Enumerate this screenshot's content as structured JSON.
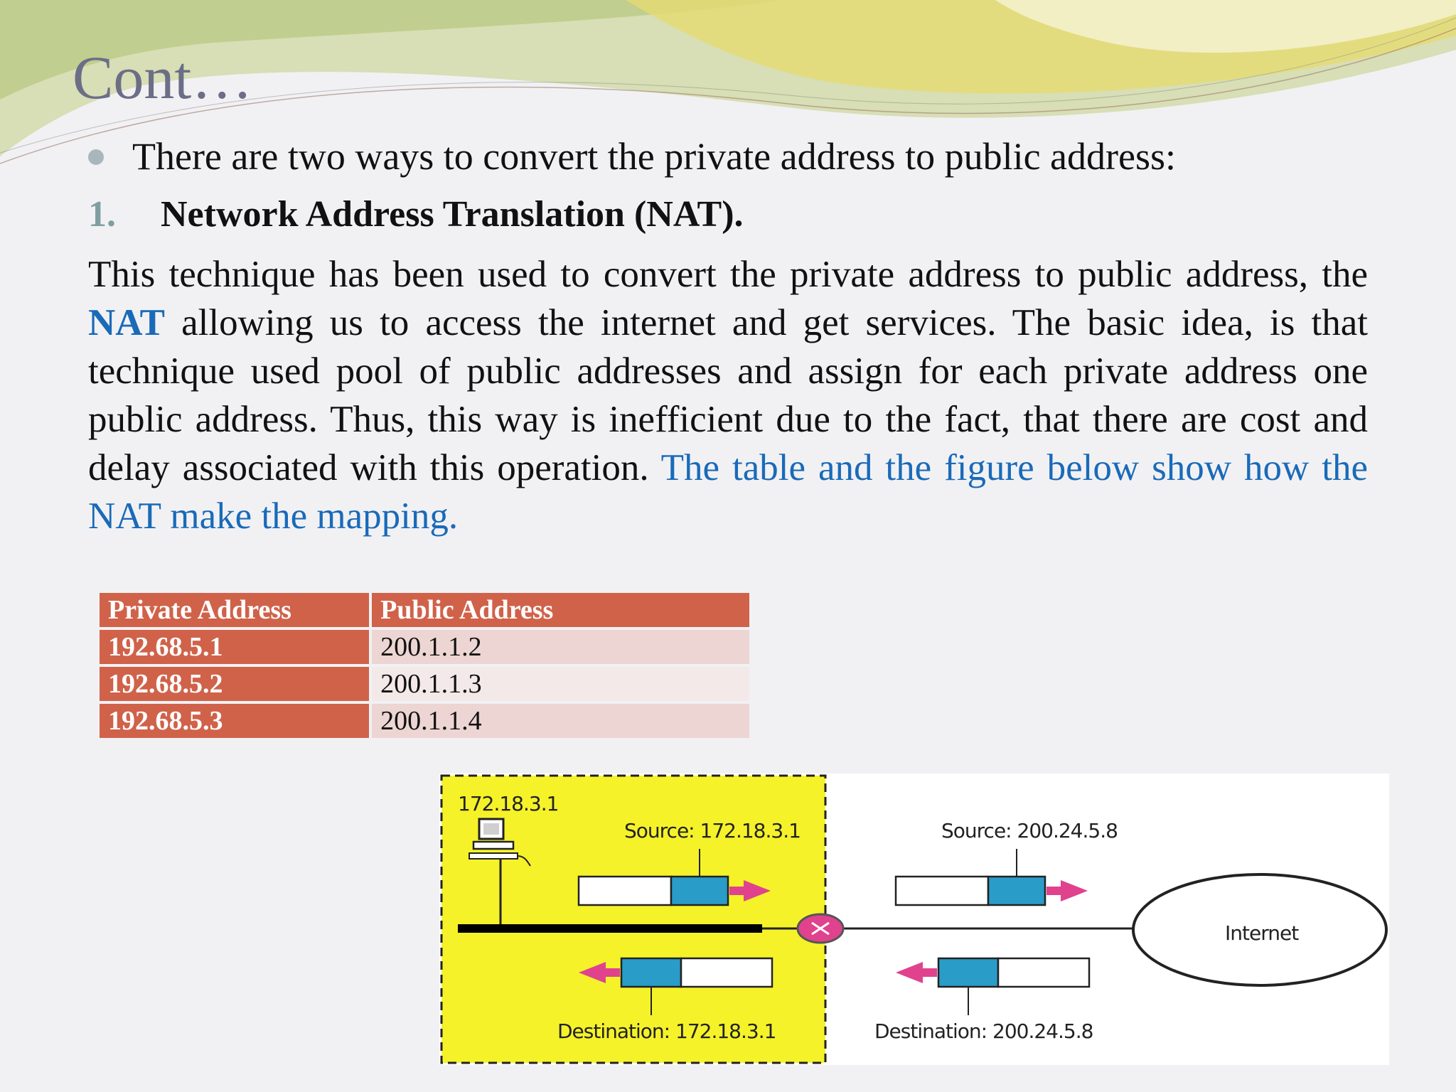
{
  "slide": {
    "title": "Cont…",
    "bullet": "There are two ways to convert the private address to public address:",
    "numbered_item": {
      "marker": "1.",
      "text": "Network Address Translation (NAT)."
    },
    "paragraph": {
      "part1": "This technique has been used to convert the private address to public address, the ",
      "nat": "NAT",
      "part2": " allowing us to access the internet and get services. The basic idea, is that technique used pool of public addresses and assign for each private address one public address. Thus, this way is inefficient due to the fact, that there are cost and delay associated with this operation. ",
      "highlight": "The table and the figure below show how the NAT make the mapping."
    }
  },
  "table": {
    "headers": [
      "Private Address",
      "Public Address"
    ],
    "rows": [
      [
        "192.68.5.1",
        "200.1.1.2"
      ],
      [
        "192.68.5.2",
        "200.1.1.3"
      ],
      [
        "192.68.5.3",
        "200.1.1.4"
      ]
    ]
  },
  "diagram": {
    "host_address": "172.18.3.1",
    "outgoing_private": "Source: 172.18.3.1",
    "outgoing_public": "Source: 200.24.5.8",
    "incoming_private": "Destination: 172.18.3.1",
    "incoming_public": "Destination: 200.24.5.8",
    "cloud_label": "Internet",
    "colors": {
      "private_site": "#f5f22a",
      "packet_header": "#2a9cc8",
      "arrow": "#e0428e",
      "router": "#e0428e"
    }
  },
  "theme": {
    "title_color": "#6b6e86",
    "accent_blue": "#1a6ab8",
    "table_header": "#d0624a"
  }
}
